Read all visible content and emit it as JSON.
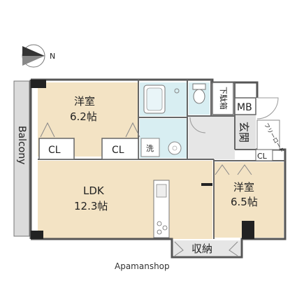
{
  "compass": {
    "label": "N"
  },
  "balcony": {
    "label": "Balcony"
  },
  "rooms": {
    "western_room_1": {
      "name": "洋室",
      "size": "6.2帖"
    },
    "ldk": {
      "name": "LDK",
      "size": "12.3帖"
    },
    "western_room_2": {
      "name": "洋室",
      "size": "6.5帖"
    }
  },
  "closets": {
    "cl": "CL"
  },
  "shoe_box": {
    "label": "下駄箱"
  },
  "meter_box": {
    "label": "MB"
  },
  "entrance": {
    "label": "玄関"
  },
  "storage": {
    "label": "収納"
  },
  "washer": {
    "label": "洗"
  },
  "hallway": {
    "label": "フリーロード"
  },
  "branding": {
    "watermark": "Apamanshop"
  }
}
